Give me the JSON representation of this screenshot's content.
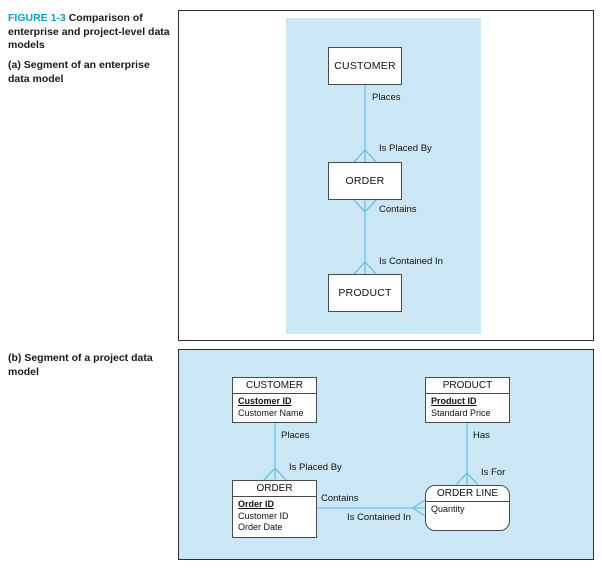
{
  "figure_caption": {
    "label": "FIGURE 1-3",
    "title": "Comparison of enterprise and project-level data models",
    "part_a": "(a) Segment of an enterprise data model",
    "part_b": "(b) Segment of a project data model"
  },
  "colors": {
    "figure_label_teal": "#00A3C4",
    "panel_blue": "#CBE7F5",
    "connector_blue": "#6FC2DE",
    "entity_border": "#4a4a4a"
  },
  "panel_a": {
    "entities": {
      "customer": "CUSTOMER",
      "order": "ORDER",
      "product": "PRODUCT"
    },
    "labels": {
      "places": "Places",
      "is_placed_by": "Is Placed By",
      "contains": "Contains",
      "is_contained_in": "Is Contained In"
    }
  },
  "panel_b": {
    "entities": {
      "customer": {
        "title": "CUSTOMER",
        "key": "Customer ID",
        "attrs": [
          "Customer Name"
        ]
      },
      "product": {
        "title": "PRODUCT",
        "key": "Product ID",
        "attrs": [
          "Standard Price"
        ]
      },
      "order": {
        "title": "ORDER",
        "key": "Order ID",
        "attrs": [
          "Customer ID",
          "Order Date"
        ]
      },
      "order_line": {
        "title": "ORDER LINE",
        "attrs": [
          "Quantity"
        ]
      }
    },
    "labels": {
      "places": "Places",
      "is_placed_by": "Is Placed By",
      "has": "Has",
      "is_for": "Is For",
      "contains": "Contains",
      "is_contained_in": "Is Contained In"
    }
  }
}
